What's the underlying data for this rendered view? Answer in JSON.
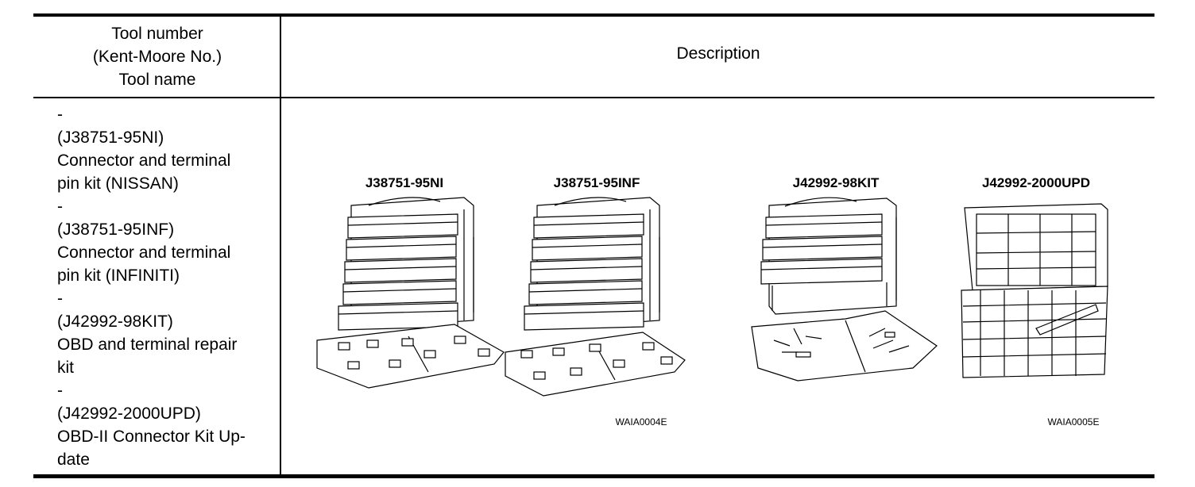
{
  "header": {
    "left_lines": [
      "Tool number",
      "(Kent-Moore No.)",
      "Tool name"
    ],
    "right": "Description"
  },
  "tools": [
    {
      "dash": "-",
      "number": "(J38751-95NI)",
      "name_lines": [
        "Connector and terminal",
        "pin kit (NISSAN)"
      ]
    },
    {
      "dash": "-",
      "number": "(J38751-95INF)",
      "name_lines": [
        "Connector and terminal",
        "pin kit (INFINITI)"
      ]
    },
    {
      "dash": "-",
      "number": "(J42992-98KIT)",
      "name_lines": [
        "OBD and terminal repair",
        "kit"
      ]
    },
    {
      "dash": "-",
      "number": "(J42992-2000UPD)",
      "name_lines": [
        "OBD-II Connector Kit Up-",
        "date"
      ]
    }
  ],
  "figure": {
    "kit_labels": [
      "J38751-95NI",
      "J38751-95INF",
      "J42992-98KIT",
      "J42992-2000UPD"
    ],
    "codes": [
      "WAIA0004E",
      "WAIA0005E"
    ]
  }
}
